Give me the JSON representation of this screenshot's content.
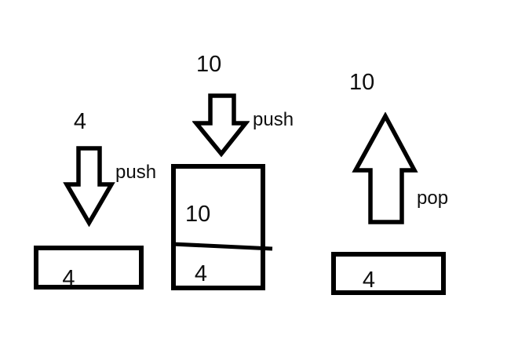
{
  "canvas": {
    "background_color": "#ffffff",
    "line_color": "#000000",
    "text_color": "#0e0e0e"
  },
  "steps": [
    {
      "id": "push-4",
      "operation_label": "push",
      "arrow_direction": "down",
      "incoming_value": "4",
      "stack_cells": [
        "4"
      ]
    },
    {
      "id": "push-10",
      "operation_label": "push",
      "arrow_direction": "down",
      "incoming_value": "10",
      "stack_cells": [
        "10",
        "4"
      ]
    },
    {
      "id": "pop-10",
      "operation_label": "pop",
      "arrow_direction": "up",
      "incoming_value": "10",
      "stack_cells": [
        "4"
      ]
    }
  ]
}
